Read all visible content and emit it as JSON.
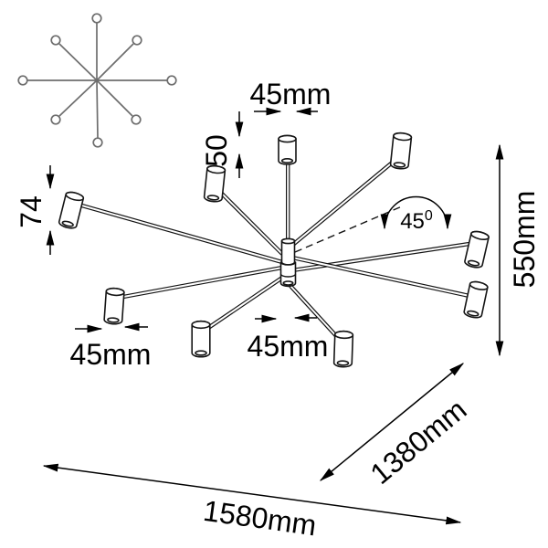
{
  "dims": {
    "top_diameter": "45mm",
    "canopy_height": "50",
    "head_height": "74",
    "left_head_diameter": "45mm",
    "center_head_diameter": "45mm",
    "angle_value": "45",
    "angle_exponent": "0",
    "total_height": "550mm",
    "depth": "1380mm",
    "width": "1580mm"
  }
}
